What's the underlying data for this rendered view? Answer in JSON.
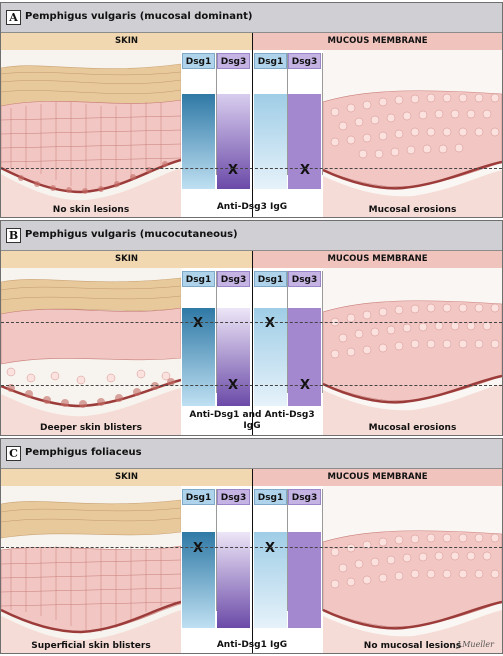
{
  "colors": {
    "skin_header": "#f2d8b0",
    "mucous_header": "#f0c4bd",
    "dsg1_header": "#aed3ea",
    "dsg3_header": "#c5b3e4",
    "dsg1_dark": "#2f79a6",
    "dsg1_light": "#bfe0f2",
    "dsg3_dark": "#6b4aa8",
    "dsg3_light": "#d8cdee",
    "panel_header": "#cfcfd4"
  },
  "panels": [
    {
      "letter": "A",
      "title": "Pemphigus vulgaris (mucosal dominant)",
      "skin_header": "SKIN",
      "mucous_header": "MUCOUS MEMBRANE",
      "col_labels": [
        "Dsg1",
        "Dsg3",
        "Dsg1",
        "Dsg3"
      ],
      "antibody_label": "Anti-Dsg3 IgG",
      "skin_label": "No skin lesions",
      "mucous_label": "Mucosal erosions",
      "icons": [
        "skin-tissue-icon",
        "mucosa-tissue-icon"
      ]
    },
    {
      "letter": "B",
      "title": "Pemphigus vulgaris (mucocutaneous)",
      "skin_header": "SKIN",
      "mucous_header": "MUCOUS MEMBRANE",
      "col_labels": [
        "Dsg1",
        "Dsg3",
        "Dsg1",
        "Dsg3"
      ],
      "antibody_label": "Anti-Dsg1 and Anti-Dsg3 IgG",
      "skin_label": "Deeper skin blisters",
      "mucous_label": "Mucosal erosions",
      "icons": [
        "skin-tissue-icon",
        "mucosa-tissue-icon"
      ]
    },
    {
      "letter": "C",
      "title": "Pemphigus foliaceus",
      "skin_header": "SKIN",
      "mucous_header": "MUCOUS MEMBRANE",
      "col_labels": [
        "Dsg1",
        "Dsg3",
        "Dsg1",
        "Dsg3"
      ],
      "antibody_label": "Anti-Dsg1 IgG",
      "skin_label": "Superficial skin blisters",
      "mucous_label": "No mucosal lesions",
      "icons": [
        "skin-tissue-icon",
        "mucosa-tissue-icon"
      ]
    }
  ],
  "x_mark": "X",
  "signature": "J.Mueller"
}
